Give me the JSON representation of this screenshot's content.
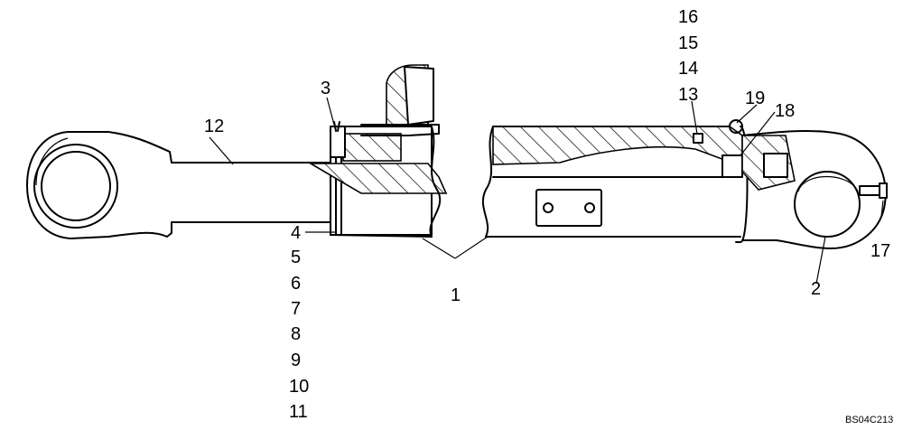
{
  "drawing": {
    "callouts": {
      "c1": "1",
      "c2": "2",
      "c3": "3",
      "c4": "4",
      "c5": "5",
      "c6": "6",
      "c7": "7",
      "c8": "8",
      "c9": "9",
      "c10": "10",
      "c11": "11",
      "c12": "12",
      "c13": "13",
      "c14": "14",
      "c15": "15",
      "c16": "16",
      "c17": "17",
      "c18": "18",
      "c19": "19"
    },
    "figure_code": "BS04C213"
  }
}
